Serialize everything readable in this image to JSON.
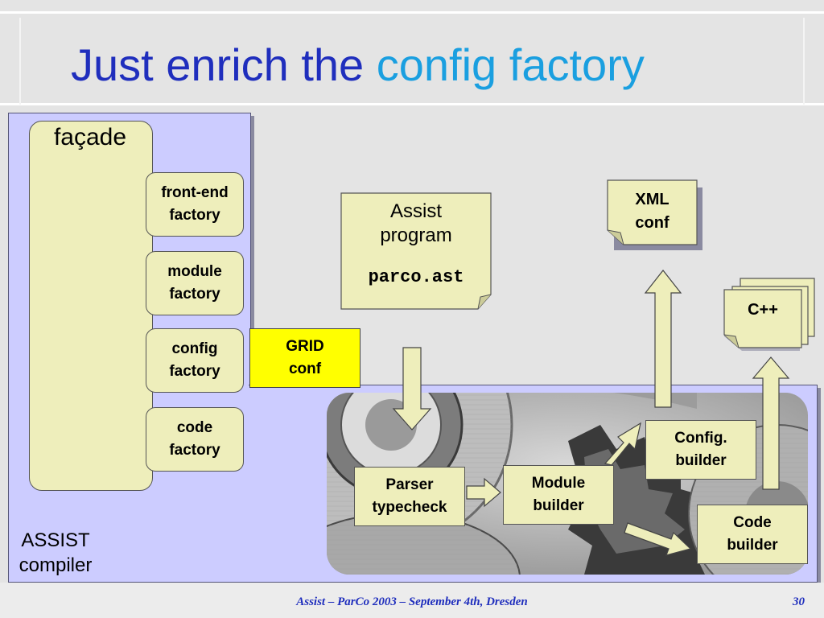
{
  "slide": {
    "title_part1": "Just enrich the",
    "title_part2": "config factory",
    "footer": "Assist – ParCo 2003 – September 4th, Dresden",
    "page_number": "30"
  },
  "compiler": {
    "facade_label": "façade",
    "factories": [
      {
        "line1": "front-end",
        "line2": "factory"
      },
      {
        "line1": "module",
        "line2": "factory"
      },
      {
        "line1": "config",
        "line2": "factory"
      },
      {
        "line1": "code",
        "line2": "factory"
      }
    ],
    "grid_conf": {
      "line1": "GRID",
      "line2": "conf"
    },
    "label_line1": "ASSIST",
    "label_line2": "compiler"
  },
  "documents": {
    "assist_program": {
      "line1": "Assist",
      "line2": "program",
      "file": "parco.ast"
    },
    "xml_conf": {
      "line1": "XML",
      "line2": "conf"
    },
    "cpp": {
      "label": "C++"
    }
  },
  "pipeline": {
    "parser": {
      "line1": "Parser",
      "line2": "typecheck"
    },
    "module_builder": {
      "line1": "Module",
      "line2": "builder"
    },
    "config_builder": {
      "line1": "Config.",
      "line2": "builder"
    },
    "code_builder": {
      "line1": "Code",
      "line2": "builder"
    }
  },
  "colors": {
    "title_dark": "#1f2ebd",
    "title_light": "#1a9fe0",
    "panel": "#ccccff",
    "box_fill": "#eeeebb",
    "grid_conf_fill": "#ffff00"
  }
}
